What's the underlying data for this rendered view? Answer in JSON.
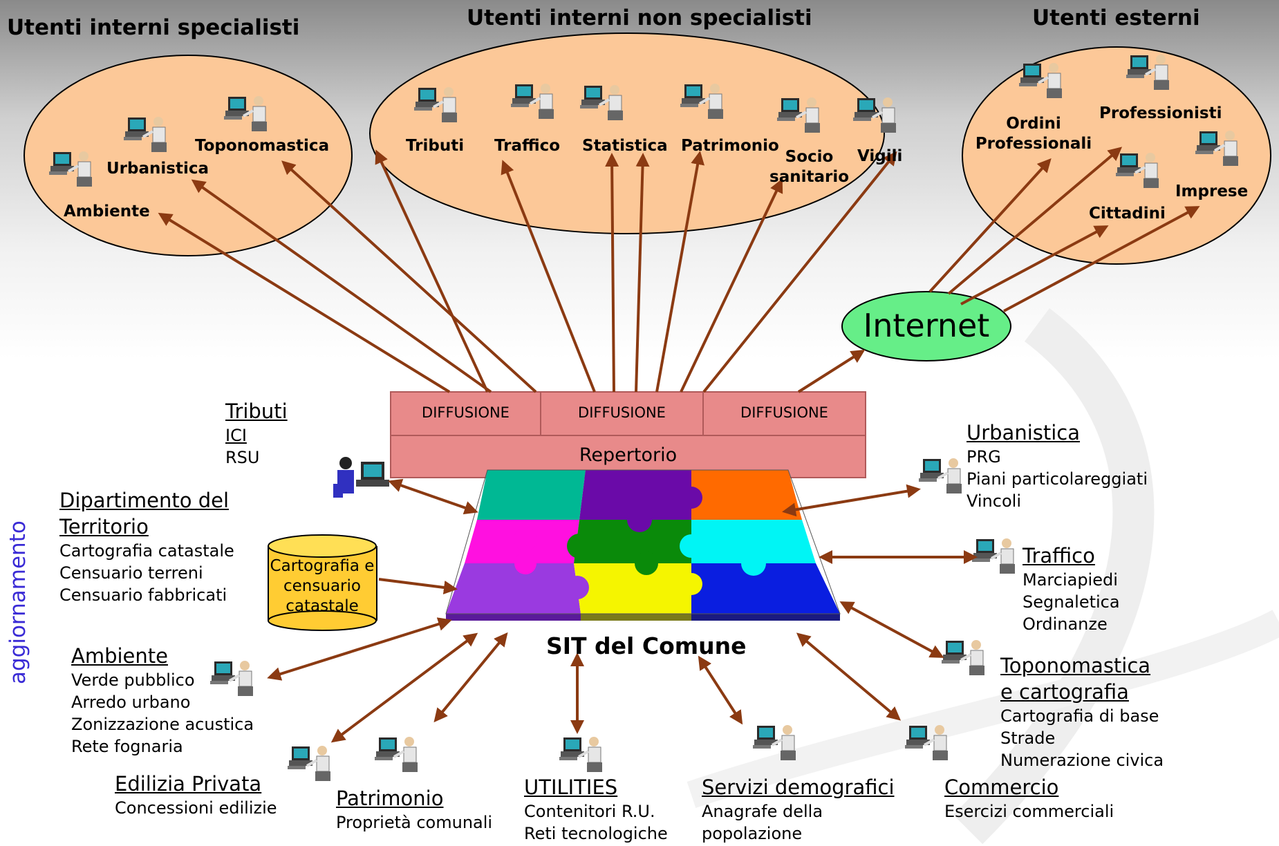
{
  "headings": {
    "specialists": "Utenti interni specialisti",
    "non_specialists": "Utenti interni non specialisti",
    "external": "Utenti esterni"
  },
  "specialist_users": [
    "Toponomastica",
    "Urbanistica",
    "Ambiente"
  ],
  "non_specialist_users": [
    "Tributi",
    "Traffico",
    "Statistica",
    "Patrimonio",
    "Socio sanitario",
    "Vigili"
  ],
  "external_users": [
    "Ordini Professionali",
    "Professionisti",
    "Imprese",
    "Cittadini"
  ],
  "internet": "Internet",
  "diffusion": [
    "DIFFUSIONE",
    "DIFFUSIONE",
    "DIFFUSIONE"
  ],
  "repertorio": "Repertorio",
  "sit_title": "SIT del Comune",
  "cylinder_label": "Cartografia e censuario catastale",
  "side_label": "aggiornamento",
  "groups": {
    "tributi": {
      "title": "Tributi",
      "items": [
        "ICI",
        "RSU"
      ]
    },
    "dipartimento": {
      "title_1": "Dipartimento del",
      "title_2": "Territorio",
      "items": [
        "Cartografia catastale",
        "Censuario terreni",
        "Censuario fabbricati"
      ]
    },
    "ambiente": {
      "title": "Ambiente",
      "items": [
        "Verde pubblico",
        "Arredo urbano",
        "Zonizzazione acustica",
        "Rete fognaria"
      ]
    },
    "edilizia": {
      "title": "Edilizia Privata",
      "items": [
        "Concessioni edilizie"
      ]
    },
    "patrimonio": {
      "title": "Patrimonio",
      "items": [
        "Proprietà comunali"
      ]
    },
    "utilities": {
      "title": "UTILITIES",
      "items": [
        "Contenitori R.U.",
        "Reti tecnologiche"
      ]
    },
    "servizi": {
      "title": "Servizi demografici",
      "items": [
        "Anagrafe della",
        "popolazione"
      ]
    },
    "commercio": {
      "title": "Commercio",
      "items": [
        "Esercizi commerciali"
      ]
    },
    "urbanistica": {
      "title": "Urbanistica",
      "items": [
        "PRG",
        "Piani particolareggiati",
        "Vincoli"
      ]
    },
    "traffico": {
      "title": "Traffico",
      "items": [
        "Marciapiedi",
        "Segnaletica",
        "Ordinanze"
      ]
    },
    "toponomastica": {
      "title_1": "Toponomastica",
      "title_2": "e cartografia",
      "items": [
        "Cartografia di base",
        "Strade",
        "Numerazione civica"
      ]
    }
  },
  "colors": {
    "ellipse_fill": "#fcc898",
    "arrow": "#8b3a12",
    "internet_fill": "#66ee88",
    "box_fill": "#e88a8a",
    "cylinder_fill": "#ffcc33",
    "side_text": "#3a2bd6"
  }
}
